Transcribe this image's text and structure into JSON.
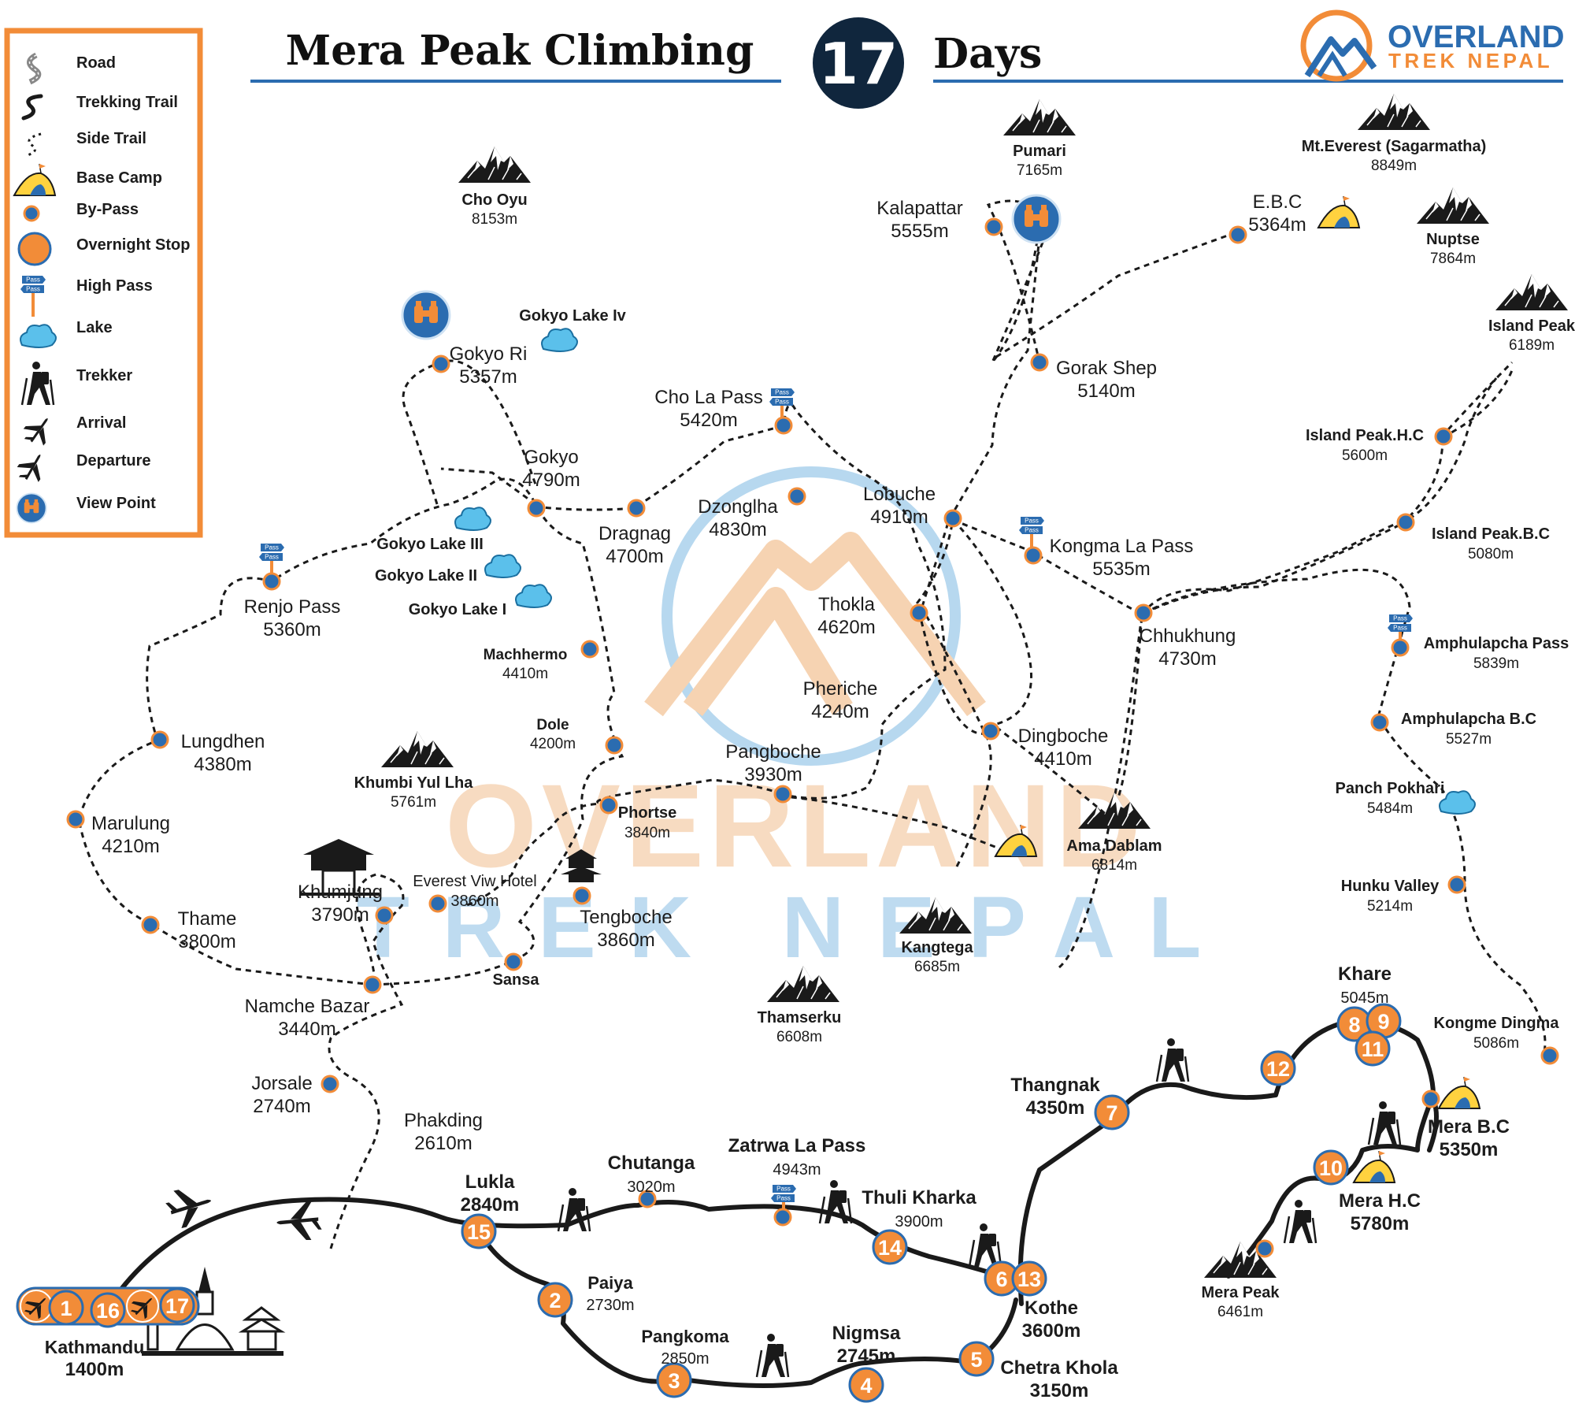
{
  "header": {
    "title_left": "Mera Peak Climbing",
    "days_number": "17",
    "title_right": "Days"
  },
  "logo": {
    "line1": "OVERLAND",
    "line2": "TREK NEPAL",
    "color_primary": "#2b6cb0",
    "color_accent": "#f28c38"
  },
  "watermark": {
    "line1": "OVERLAND",
    "line2": "TREK NEPAL"
  },
  "legend": {
    "items": [
      {
        "label": "Road",
        "icon": "road-icon"
      },
      {
        "label": "Trekking Trail",
        "icon": "trekking-trail-icon"
      },
      {
        "label": "Side Trail",
        "icon": "side-trail-icon"
      },
      {
        "label": "Base  Camp",
        "icon": "base-camp-icon"
      },
      {
        "label": "By-Pass",
        "icon": "bypass-dot-icon"
      },
      {
        "label": "Overnight Stop",
        "icon": "overnight-stop-icon"
      },
      {
        "label": "High Pass",
        "icon": "high-pass-icon"
      },
      {
        "label": "Lake",
        "icon": "lake-icon"
      },
      {
        "label": "Trekker",
        "icon": "trekker-icon"
      },
      {
        "label": "Arrival",
        "icon": "arrival-plane-icon"
      },
      {
        "label": "Departure",
        "icon": "departure-plane-icon"
      },
      {
        "label": "View Point",
        "icon": "binoculars-icon"
      }
    ]
  },
  "peaks": [
    {
      "name": "Cho Oyu",
      "alt": "8153m"
    },
    {
      "name": "Pumari",
      "alt": "7165m"
    },
    {
      "name": "Mt.Everest (Sagarmatha)",
      "alt": "8849m"
    },
    {
      "name": "Nuptse",
      "alt": "7864m"
    },
    {
      "name": "Island Peak",
      "alt": "6189m"
    },
    {
      "name": "Khumbi Yul Lha",
      "alt": "5761m"
    },
    {
      "name": "Ama Dablam",
      "alt": "6814m"
    },
    {
      "name": "Kangtega",
      "alt": "6685m"
    },
    {
      "name": "Thamserku",
      "alt": "6608m"
    },
    {
      "name": "Mera Peak",
      "alt": "6461m"
    }
  ],
  "places": [
    {
      "name": "Kalapattar",
      "alt": "5555m"
    },
    {
      "name": "E.B.C",
      "alt": "5364m"
    },
    {
      "name": "Gorak Shep",
      "alt": "5140m"
    },
    {
      "name": "Gokyo Ri",
      "alt": "5357m"
    },
    {
      "name": "Cho La Pass",
      "alt": "5420m"
    },
    {
      "name": "Gokyo",
      "alt": "4790m"
    },
    {
      "name": "Dragnag",
      "alt": "4700m"
    },
    {
      "name": "Dzonglha",
      "alt": "4830m"
    },
    {
      "name": "Lobuche",
      "alt": "4910m"
    },
    {
      "name": "Kongma La Pass",
      "alt": "5535m"
    },
    {
      "name": "Renjo Pass",
      "alt": "5360m"
    },
    {
      "name": "Thokla",
      "alt": "4620m"
    },
    {
      "name": "Chhukhung",
      "alt": "4730m"
    },
    {
      "name": "Pheriche",
      "alt": "4240m"
    },
    {
      "name": "Machhermo",
      "alt": "4410m"
    },
    {
      "name": "Lungdhen",
      "alt": "4380m"
    },
    {
      "name": "Dole",
      "alt": "4200m"
    },
    {
      "name": "Dingboche",
      "alt": "4410m"
    },
    {
      "name": "Pangboche",
      "alt": "3930m"
    },
    {
      "name": "Marulung",
      "alt": "4210m"
    },
    {
      "name": "Phortse",
      "alt": "3840m"
    },
    {
      "name": "Khumjung",
      "alt": "3790m"
    },
    {
      "name": "Everest Viw Hotel",
      "alt": "3860m"
    },
    {
      "name": "Tengboche",
      "alt": "3860m"
    },
    {
      "name": "Thame",
      "alt": "3800m"
    },
    {
      "name": "Sansa",
      "alt": ""
    },
    {
      "name": "Namche Bazar",
      "alt": "3440m"
    },
    {
      "name": "Jorsale",
      "alt": "2740m"
    },
    {
      "name": "Phakding",
      "alt": "2610m"
    },
    {
      "name": "Island Peak.H.C",
      "alt": "5600m"
    },
    {
      "name": "Island Peak.B.C",
      "alt": "5080m"
    },
    {
      "name": "Amphulapcha Pass",
      "alt": "5839m"
    },
    {
      "name": "Amphulapcha B.C",
      "alt": "5527m"
    },
    {
      "name": "Panch Pokhari",
      "alt": "5484m"
    },
    {
      "name": "Hunku Valley",
      "alt": "5214m"
    },
    {
      "name": "Khare",
      "alt": "5045m"
    },
    {
      "name": "Kongme Dingma",
      "alt": "5086m"
    },
    {
      "name": "Thangnak",
      "alt": "4350m"
    },
    {
      "name": "Mera B.C",
      "alt": "5350m"
    },
    {
      "name": "Mera H.C",
      "alt": "5780m"
    },
    {
      "name": "Lukla",
      "alt": "2840m"
    },
    {
      "name": "Chutanga",
      "alt": "3020m"
    },
    {
      "name": "Zatrwa La Pass",
      "alt": "4943m"
    },
    {
      "name": "Thuli Kharka",
      "alt": "3900m"
    },
    {
      "name": "Paiya",
      "alt": "2730m"
    },
    {
      "name": "Pangkoma",
      "alt": "2850m"
    },
    {
      "name": "Nigmsa",
      "alt": "2745m"
    },
    {
      "name": "Kothe",
      "alt": "3600m"
    },
    {
      "name": "Chetra Khola",
      "alt": "3150m"
    },
    {
      "name": "Kathmandu",
      "alt": "1400m"
    }
  ],
  "lakes": [
    {
      "name": "Gokyo Lake Iv"
    },
    {
      "name": "Gokyo Lake  III"
    },
    {
      "name": "Gokyo Lake  II"
    },
    {
      "name": "Gokyo Lake I"
    }
  ],
  "pass_sign_text": "Pass",
  "stops": [
    "1",
    "2",
    "3",
    "4",
    "5",
    "6",
    "7",
    "8",
    "9",
    "10",
    "11",
    "12",
    "13",
    "14",
    "15",
    "16",
    "17"
  ],
  "colors": {
    "overnight_orange": "#f28c38",
    "bypass_blue": "#2b6cb0",
    "navy": "#10263d",
    "legend_border": "#f28c38",
    "lake_blue": "#5bc0eb",
    "camp_yellow": "#ffd23f",
    "watermark_orange": "#f6d3b2",
    "watermark_blue": "#b7d8ef"
  }
}
